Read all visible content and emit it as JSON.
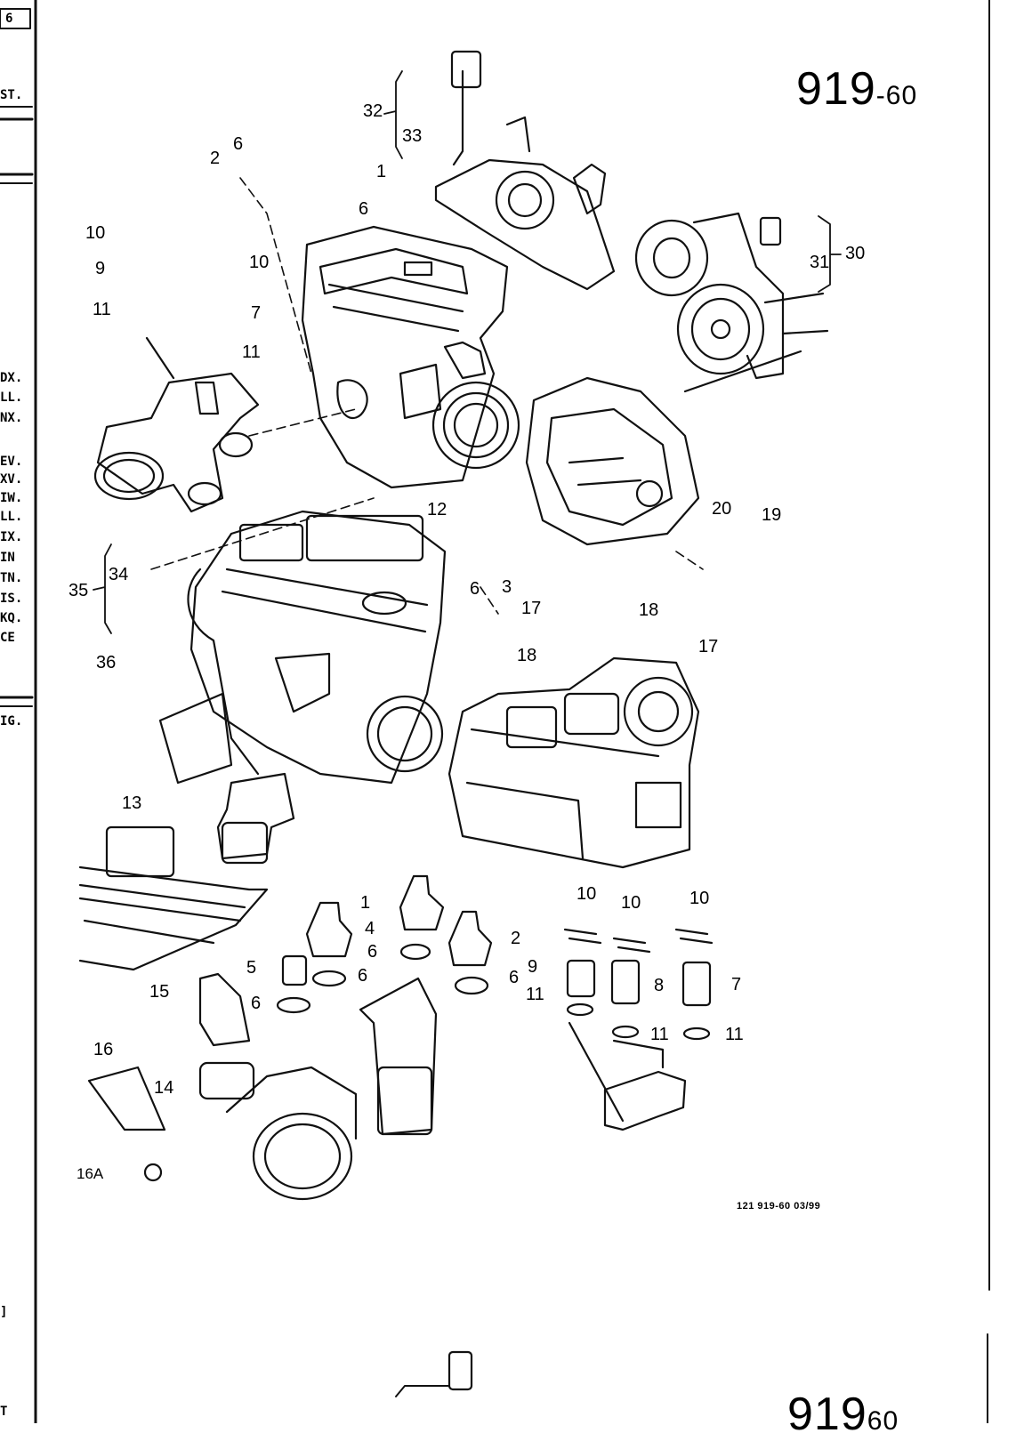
{
  "page_number": {
    "main": "919",
    "suffix": "-60"
  },
  "page_number_next": {
    "main": "919",
    "suffix": "60"
  },
  "footer_code": "121   919-60   03/99",
  "left_margin_text": [
    "6",
    "ST.",
    "DX.",
    "LL.",
    "NX.",
    "EV.",
    "XV.",
    "IW.",
    "LL.",
    "IX.",
    "IN",
    "TN.",
    "IS.",
    "KQ.",
    "CE",
    "IG.",
    "]",
    "T"
  ],
  "callouts": [
    {
      "id": "c32",
      "text": "32"
    },
    {
      "id": "c33",
      "text": "33"
    },
    {
      "id": "c1a",
      "text": "1"
    },
    {
      "id": "c6a",
      "text": "6"
    },
    {
      "id": "c2a",
      "text": "2"
    },
    {
      "id": "c6b",
      "text": "6"
    },
    {
      "id": "c10a",
      "text": "10"
    },
    {
      "id": "c10b",
      "text": "10"
    },
    {
      "id": "c9a",
      "text": "9"
    },
    {
      "id": "c7a",
      "text": "7"
    },
    {
      "id": "c11a",
      "text": "11"
    },
    {
      "id": "c11b",
      "text": "11"
    },
    {
      "id": "c30",
      "text": "30"
    },
    {
      "id": "c31",
      "text": "31"
    },
    {
      "id": "c12",
      "text": "12"
    },
    {
      "id": "c20",
      "text": "20"
    },
    {
      "id": "c19",
      "text": "19"
    },
    {
      "id": "c34",
      "text": "34"
    },
    {
      "id": "c35",
      "text": "35"
    },
    {
      "id": "c36",
      "text": "36"
    },
    {
      "id": "c6c",
      "text": "6"
    },
    {
      "id": "c3",
      "text": "3"
    },
    {
      "id": "c17a",
      "text": "17"
    },
    {
      "id": "c18a",
      "text": "18"
    },
    {
      "id": "c17b",
      "text": "17"
    },
    {
      "id": "c18b",
      "text": "18"
    },
    {
      "id": "c13",
      "text": "13"
    },
    {
      "id": "c1b",
      "text": "1"
    },
    {
      "id": "c4",
      "text": "4"
    },
    {
      "id": "c2b",
      "text": "2"
    },
    {
      "id": "c6d",
      "text": "6"
    },
    {
      "id": "c5",
      "text": "5"
    },
    {
      "id": "c6e",
      "text": "6"
    },
    {
      "id": "c6f",
      "text": "6"
    },
    {
      "id": "c6g",
      "text": "6"
    },
    {
      "id": "c10c",
      "text": "10"
    },
    {
      "id": "c10d",
      "text": "10"
    },
    {
      "id": "c10e",
      "text": "10"
    },
    {
      "id": "c9b",
      "text": "9"
    },
    {
      "id": "c8",
      "text": "8"
    },
    {
      "id": "c7b",
      "text": "7"
    },
    {
      "id": "c11c",
      "text": "11"
    },
    {
      "id": "c11d",
      "text": "11"
    },
    {
      "id": "c11e",
      "text": "11"
    },
    {
      "id": "c15",
      "text": "15"
    },
    {
      "id": "c16",
      "text": "16"
    },
    {
      "id": "c14",
      "text": "14"
    },
    {
      "id": "c16A",
      "text": "16A"
    }
  ]
}
